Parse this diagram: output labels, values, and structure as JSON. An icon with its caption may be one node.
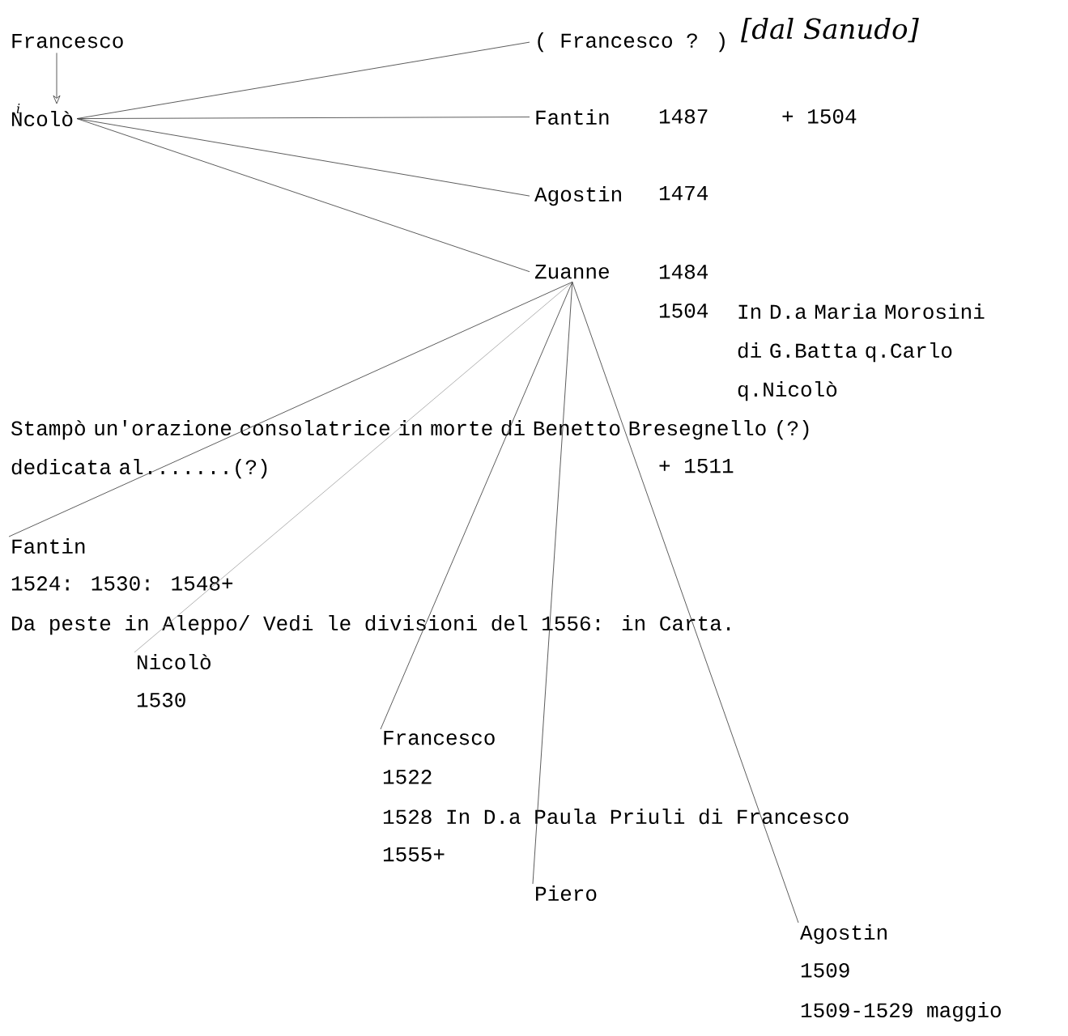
{
  "diagram": {
    "nodes": [
      {
        "text": [
          "Francesco"
        ]
      },
      {
        "text": [
          "Ncolò"
        ]
      },
      {
        "text": [
          "( Francesco ? )"
        ],
        "beside": [
          "[dal Sanudo]"
        ]
      },
      {
        "text": [
          "Fantin"
        ],
        "beside": [
          "1487",
          "+ 1504"
        ]
      },
      {
        "text": [
          "Agostin"
        ],
        "beside": [
          "1474"
        ]
      },
      {
        "text": [
          "Zuanne"
        ],
        "beside": [
          "1484",
          "1504",
          "In D.a Maria Morosini di G.Batta q.Carlo q.Nicolò",
          "+ 1511"
        ]
      },
      {
        "text": [
          "Fantin"
        ],
        "beside": [
          "1524: 1530: 1548+",
          "Da peste in Aleppo/ Vedi le divisioni del 1556: in Carta."
        ]
      },
      {
        "text": [
          "Nicolò"
        ],
        "beside": [
          "1530"
        ]
      },
      {
        "text": [
          "Francesco"
        ],
        "beside": [
          "1522",
          "1528 In D.a Paula Priuli di Francesco",
          "1555+"
        ]
      },
      {
        "text": [
          "Piero"
        ]
      },
      {
        "text": [
          "Agostin"
        ],
        "beside": [
          "1509",
          "1509-1529 maggio"
        ]
      }
    ],
    "edges": [
      {
        "from": 0,
        "to": 1,
        "arrow": "to"
      },
      {
        "from": 1,
        "to": 2,
        "arrow": "none"
      },
      {
        "from": 1,
        "to": 3,
        "arrow": "none"
      },
      {
        "from": 1,
        "to": 4,
        "arrow": "none"
      },
      {
        "from": 1,
        "to": 5,
        "arrow": "none"
      },
      {
        "from": 5,
        "to": 6,
        "arrow": "none"
      },
      {
        "from": 5,
        "to": 7,
        "arrow": "none",
        "color": "#a0a0a0"
      },
      {
        "from": 5,
        "to": 8,
        "arrow": "none"
      },
      {
        "from": 5,
        "to": 9,
        "arrow": "none"
      },
      {
        "from": 5,
        "to": 10,
        "arrow": "none"
      }
    ],
    "labels": [
      "i",
      "Stampò un'orazione consolatrice in morte di Benetto Bresegnello (?) dedicata al.......(?)"
    ]
  }
}
